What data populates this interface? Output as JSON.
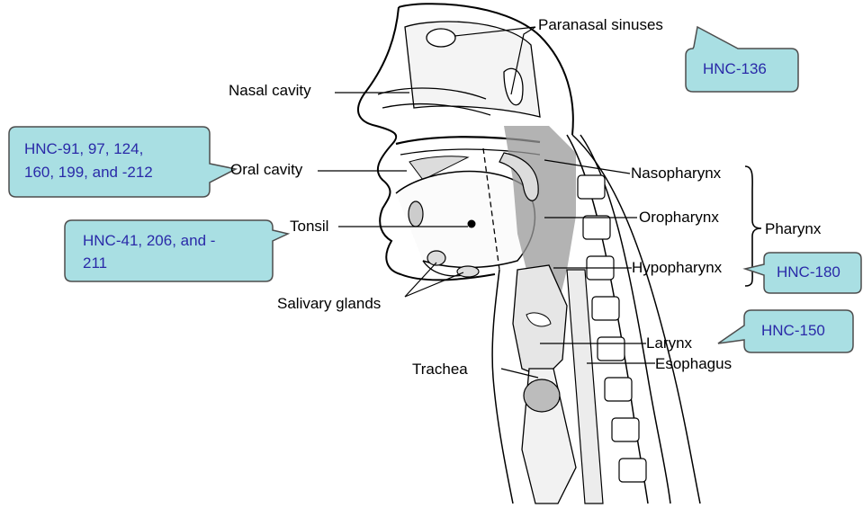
{
  "labels": {
    "paranasal_sinuses": "Paranasal sinuses",
    "nasal_cavity": "Nasal cavity",
    "oral_cavity": "Oral cavity",
    "tonsil": "Tonsil",
    "salivary_glands": "Salivary glands",
    "trachea": "Trachea",
    "nasopharynx": "Nasopharynx",
    "oropharynx": "Oropharynx",
    "hypopharynx": "Hypopharynx",
    "pharynx": "Pharynx",
    "larynx": "Larynx",
    "esophagus": "Esophagus"
  },
  "callouts": {
    "sinuses": "HNC-136",
    "oral_line1": "HNC-91, 97, 124,",
    "oral_line2": "160, 199, and -212",
    "tonsil_line1": "HNC-41, 206, and -",
    "tonsil_line2": "211",
    "hypopharynx": "HNC-180",
    "larynx": "HNC-150"
  },
  "colors": {
    "callout_fill": "#a9dfe3",
    "callout_text": "#2a2aa8",
    "pharynx_shade": "#9a9a9a"
  }
}
